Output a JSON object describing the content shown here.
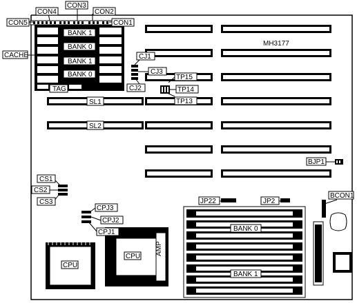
{
  "board": {
    "model": "MH3177"
  },
  "labels": {
    "con1": "CON1",
    "con2": "CON2",
    "con3": "CON3",
    "con4": "CON4",
    "con5": "CON5",
    "cache": "CACHE",
    "cache_bank1": "BANK 1",
    "cache_bank0a": "BANK 0",
    "cache_bank1b": "BANK 1",
    "cache_bank0b": "BANK 0",
    "tag": "TAG",
    "cj1": "CJ1",
    "cj2": "CJ2",
    "cj3": "CJ3",
    "tp13": "TP13",
    "tp14": "TP14",
    "tp15": "TP15",
    "sl1": "SL1",
    "sl2": "SL2",
    "bjp1": "BJP1",
    "cs1": "CS1",
    "cs2": "CS2",
    "cs3": "CS3",
    "cpj1": "CPJ1",
    "cpj2": "CPJ2",
    "cpj3": "CPJ3",
    "cpu_left": "CPU",
    "cpu_right": "CPU",
    "amp": "AMP",
    "jp22": "JP22",
    "jp2": "JP2",
    "bcon1": "BCON1",
    "simm_bank0": "BANK 0",
    "simm_bank1": "BANK 1"
  }
}
